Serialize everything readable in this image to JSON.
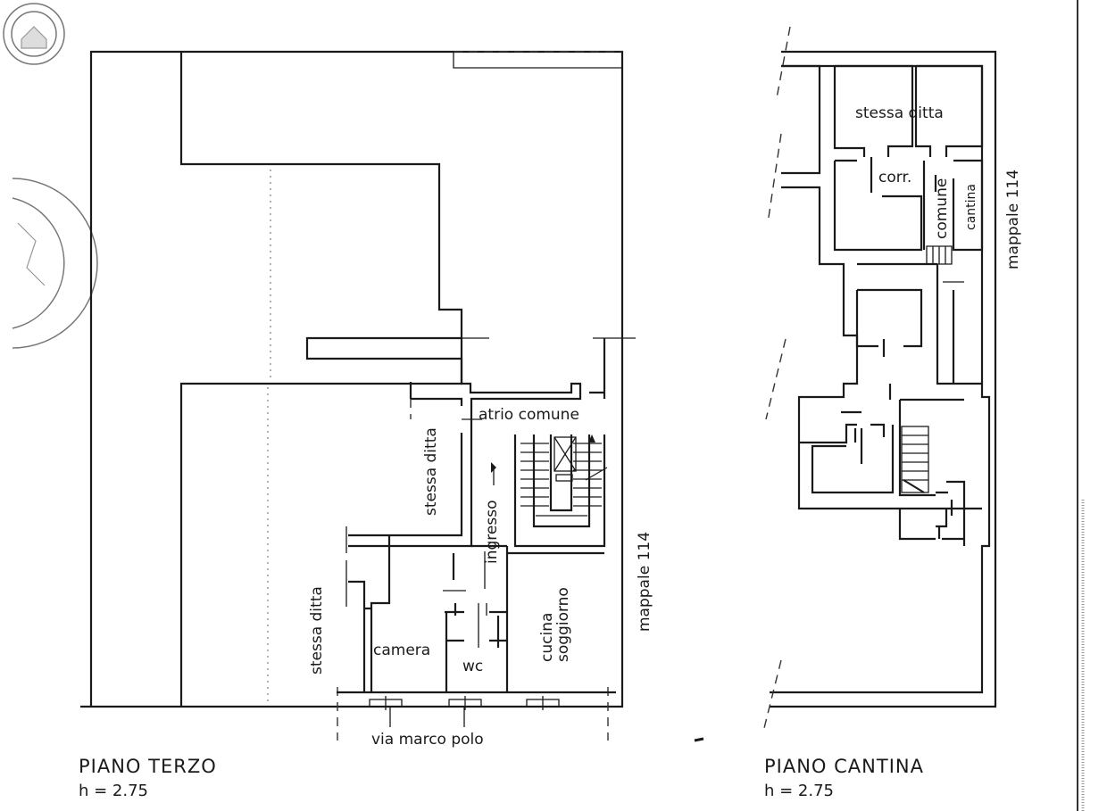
{
  "plans": [
    {
      "title": "PIANO TERZO",
      "height_label": "h = 2.75",
      "rooms": {
        "atrio": "atrio comune",
        "stessa_ditta_1": "stessa ditta",
        "stessa_ditta_2": "stessa ditta",
        "ingresso": "ingresso",
        "camera": "camera",
        "wc": "wc",
        "cucina": "cucina",
        "soggiorno": "soggiorno"
      },
      "mappale": "mappale   114",
      "street": "via marco polo"
    },
    {
      "title": "PIANO CANTINA",
      "height_label": "h = 2.75",
      "rooms": {
        "stessa_ditta": "stessa ditta",
        "corr": "corr.",
        "comune": "comune",
        "cantina": "cantina"
      },
      "mappale": "mappale   114"
    }
  ]
}
